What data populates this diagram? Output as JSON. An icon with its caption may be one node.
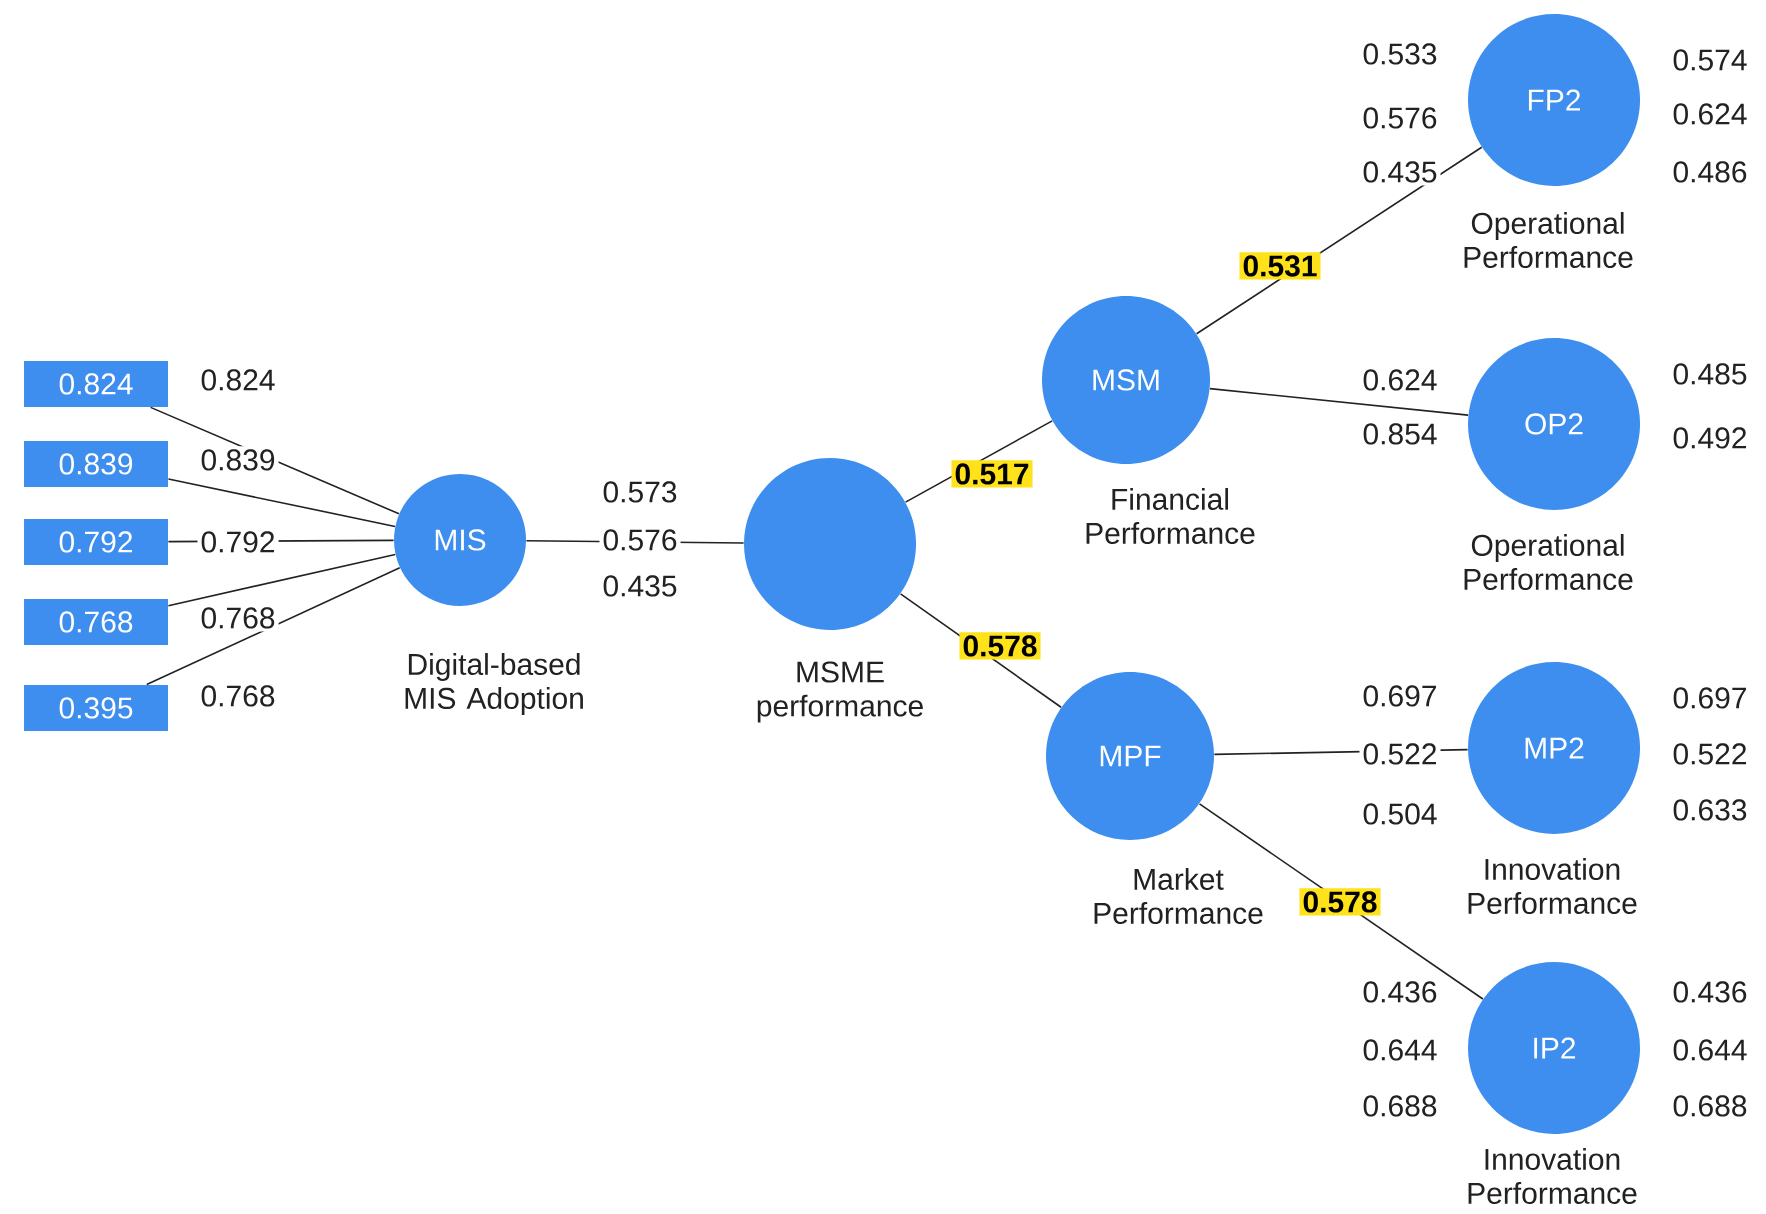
{
  "diagram": {
    "nodes": [
      {
        "text": [
          "0.824"
        ]
      },
      {
        "text": [
          "0.839"
        ]
      },
      {
        "text": [
          "0.792"
        ]
      },
      {
        "text": [
          "0.768"
        ]
      },
      {
        "text": [
          "0.395"
        ]
      },
      {
        "text": [
          "MIS"
        ],
        "beside": [
          "Digital-based MIS Adoption"
        ]
      },
      {
        "text": [],
        "shape": "circle",
        "beside": [
          "MSME performance"
        ]
      },
      {
        "text": [
          "MSM"
        ],
        "beside": [
          "Financial Performance"
        ]
      },
      {
        "text": [
          "MPF"
        ],
        "beside": [
          "Market Performance"
        ]
      },
      {
        "text": [
          "FP2"
        ],
        "beside": [
          "Operational Performance"
        ]
      },
      {
        "text": [
          "OP2"
        ],
        "beside": [
          "Operational Performance"
        ]
      },
      {
        "text": [
          "MP2"
        ],
        "beside": [
          "Innovation Performance"
        ]
      },
      {
        "text": [
          "IP2"
        ],
        "beside": [
          "Innovation Performance"
        ]
      }
    ],
    "edges": [
      {
        "from": 0,
        "to": 5,
        "arrow": "none"
      },
      {
        "from": 1,
        "to": 5,
        "arrow": "none"
      },
      {
        "from": 2,
        "to": 5,
        "arrow": "none"
      },
      {
        "from": 3,
        "to": 5,
        "arrow": "none"
      },
      {
        "from": 4,
        "to": 5,
        "arrow": "none"
      },
      {
        "from": 5,
        "to": 6,
        "arrow": "none"
      },
      {
        "from": 6,
        "to": 7,
        "arrow": "none",
        "label": "0.517"
      },
      {
        "from": 6,
        "to": 8,
        "arrow": "none",
        "label": "0.578"
      },
      {
        "from": 7,
        "to": 9,
        "arrow": "none",
        "label": "0.531"
      },
      {
        "from": 7,
        "to": 10,
        "arrow": "none"
      },
      {
        "from": 8,
        "to": 11,
        "arrow": "none"
      },
      {
        "from": 8,
        "to": 12,
        "arrow": "none",
        "label": "0.578"
      }
    ],
    "labels": [
      "0.824",
      "0.839",
      "0.792",
      "0.768",
      "0.768",
      "0.573",
      "0.576",
      "0.435",
      "0.533",
      "0.576",
      "0.435",
      "0.574",
      "0.624",
      "0.486",
      "0.624",
      "0.854",
      "0.485",
      "0.492",
      "0.697",
      "0.522",
      "0.504",
      "0.697",
      "0.522",
      "0.633",
      "0.436",
      "0.644",
      "0.688",
      "0.436",
      "0.644",
      "0.688"
    ]
  }
}
